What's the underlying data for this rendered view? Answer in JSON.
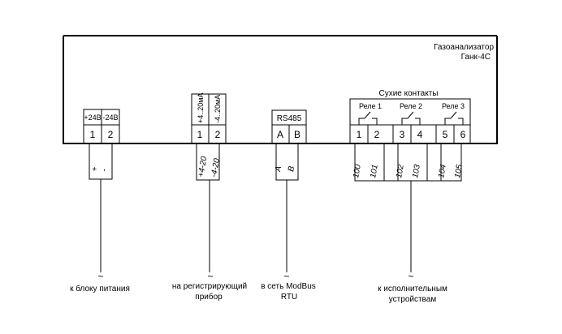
{
  "device": {
    "name_line1": "Газоанализатор",
    "name_line2": "Ганк-4С"
  },
  "blocks": {
    "power": {
      "pin_labels": [
        "+24В",
        "-24В"
      ],
      "pins": [
        "1",
        "2"
      ],
      "wire_marks": [
        "+",
        "-"
      ]
    },
    "analog": {
      "pin_labels": [
        "+4..20мА",
        "-4..20мА"
      ],
      "pins": [
        "1",
        "2"
      ],
      "wire_marks": [
        "+4-20",
        "-4-20"
      ]
    },
    "rs485": {
      "title": "RS485",
      "pins": [
        "A",
        "B"
      ],
      "wire_marks": [
        "A",
        "B"
      ]
    },
    "relays": {
      "title": "Сухие контакты",
      "relay_labels": [
        "Реле 1",
        "Реле 2",
        "Реле 3"
      ],
      "pins": [
        "1",
        "2",
        "3",
        "4",
        "5",
        "6"
      ],
      "wire_marks": [
        "100",
        "101",
        "102",
        "103",
        "104",
        "105"
      ]
    }
  },
  "destinations": {
    "power": {
      "line1": "к блоку питания",
      "line2": ""
    },
    "analog": {
      "line1": "на регистрирующий",
      "line2": "прибор"
    },
    "rs485": {
      "line1": "в сеть ModBus",
      "line2": "RTU"
    },
    "relays": {
      "line1": "к исполнительным",
      "line2": "устройствам"
    }
  },
  "cable_symbol": "~"
}
